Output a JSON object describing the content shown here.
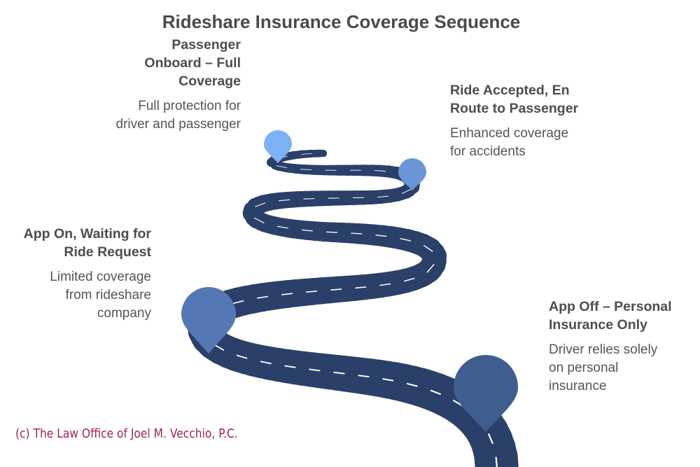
{
  "title": "Rideshare Insurance Coverage Sequence",
  "colors": {
    "road": "#2b4069",
    "road_dash": "#ffffff",
    "pin_1": "#3f5e8f",
    "pin_2": "#5577b5",
    "pin_3": "#6a96d8",
    "pin_4": "#7db0f5",
    "credit": "#a0244f"
  },
  "stages": [
    {
      "order": 1,
      "heading_lines": [
        "App Off – Personal",
        "Insurance Only"
      ],
      "desc_lines": [
        "Driver relies solely",
        "on personal",
        "insurance"
      ]
    },
    {
      "order": 2,
      "heading_lines": [
        "App On, Waiting for",
        "Ride Request"
      ],
      "desc_lines": [
        "Limited coverage",
        "from rideshare",
        "company"
      ]
    },
    {
      "order": 3,
      "heading_lines": [
        "Ride Accepted, En",
        "Route to Passenger"
      ],
      "desc_lines": [
        "Enhanced coverage",
        "for accidents"
      ]
    },
    {
      "order": 4,
      "heading_lines": [
        "Passenger",
        "Onboard – Full",
        "Coverage"
      ],
      "desc_lines": [
        "Full protection for",
        "driver and passenger"
      ]
    }
  ],
  "credit": "(c) The Law Office of Joel M. Vecchio, P.C."
}
